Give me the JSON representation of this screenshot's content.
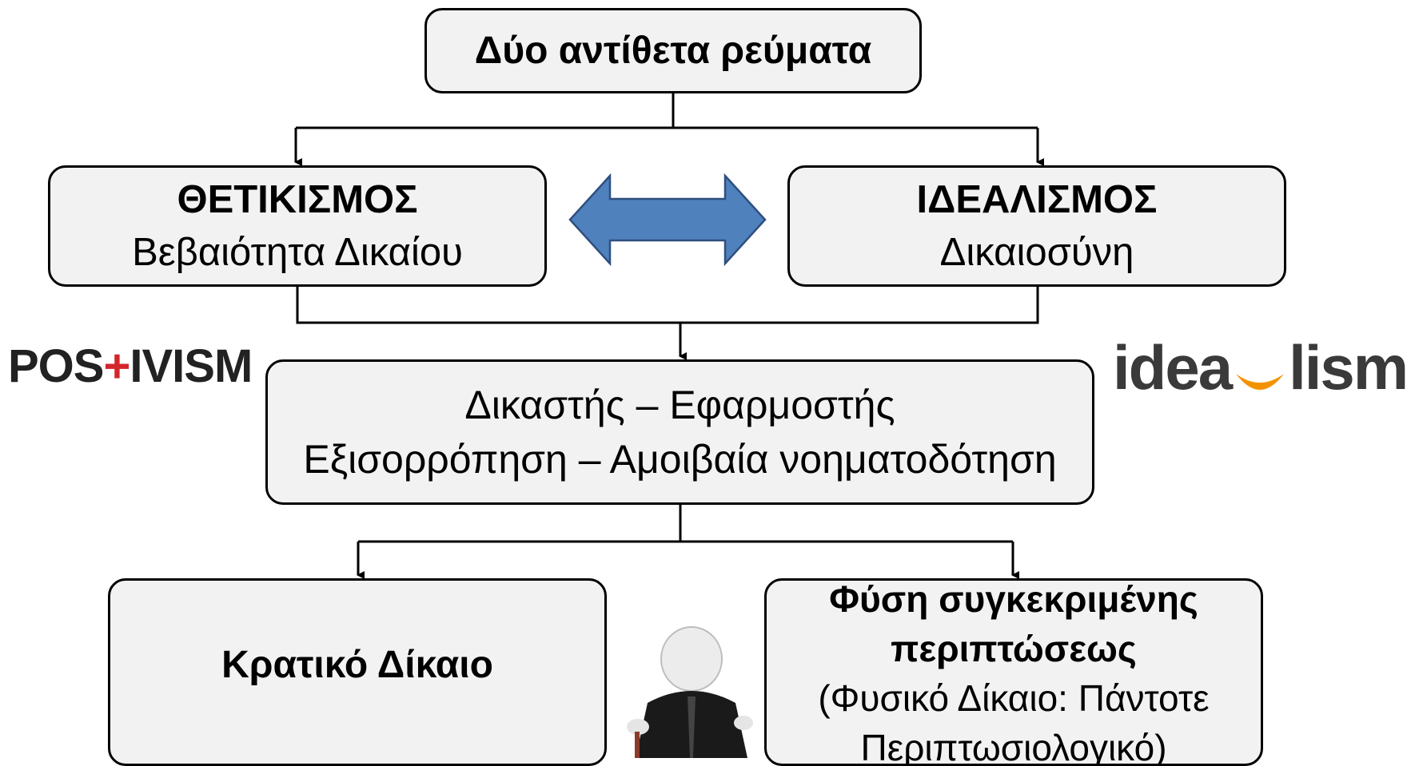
{
  "diagram": {
    "top": "Δύο αντίθετα ρεύματα",
    "left": {
      "title": "ΘΕΤΙΚΙΣΜΟΣ",
      "subtitle": "Βεβαιότητα Δικαίου"
    },
    "right": {
      "title": "ΙΔΕΑΛΙΣΜΟΣ",
      "subtitle": "Δικαιοσύνη"
    },
    "middle": {
      "line1": "Δικαστής – Εφαρμοστής",
      "line2": "Εξισορρόπηση – Αμοιβαία νοηματοδότηση"
    },
    "bottom_left": "Κρατικό Δίκαιο",
    "bottom_right": {
      "title1": "Φύση συγκεκριμένης",
      "title2": "περιπτώσεως",
      "note1": "(Φυσικό Δίκαιο: Πάντοτε",
      "note2": "Περιπτωσιολογικό)"
    }
  },
  "logos": {
    "positivism": {
      "part1": "POS",
      "part2": "I",
      "part3": "VISM"
    },
    "idealism": {
      "part1": "idea",
      "part2": "lism"
    }
  },
  "colors": {
    "double_arrow": "#4f81bd",
    "box_fill": "#f2f2f2",
    "positivism_red": "#d3262b",
    "idealism_orange": "#f39200"
  }
}
